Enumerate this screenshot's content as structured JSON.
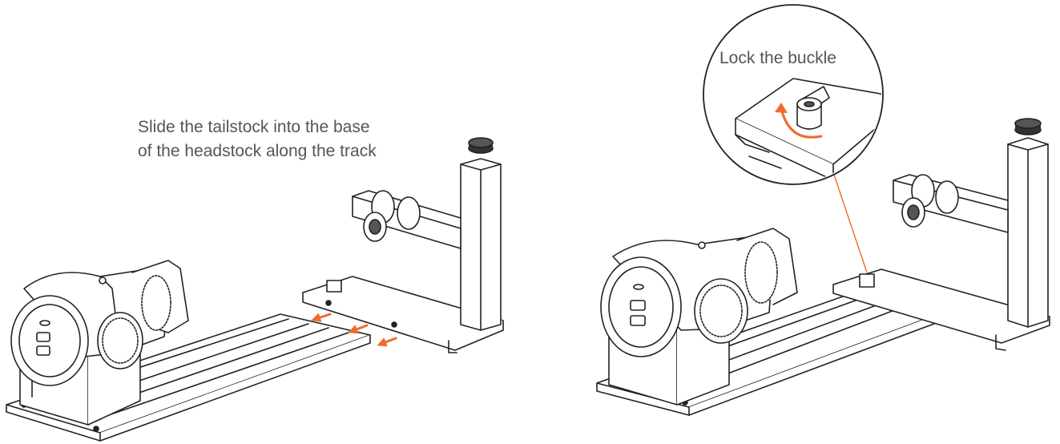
{
  "step1": {
    "caption_line1": "Slide the tailstock into the base",
    "caption_line2": "of the headstock along the track"
  },
  "step2": {
    "callout": "Lock the buckle"
  },
  "colors": {
    "line": "#222222",
    "fill": "#ffffff",
    "shade": "#d9d9d9",
    "accent": "#ef6a2e"
  }
}
